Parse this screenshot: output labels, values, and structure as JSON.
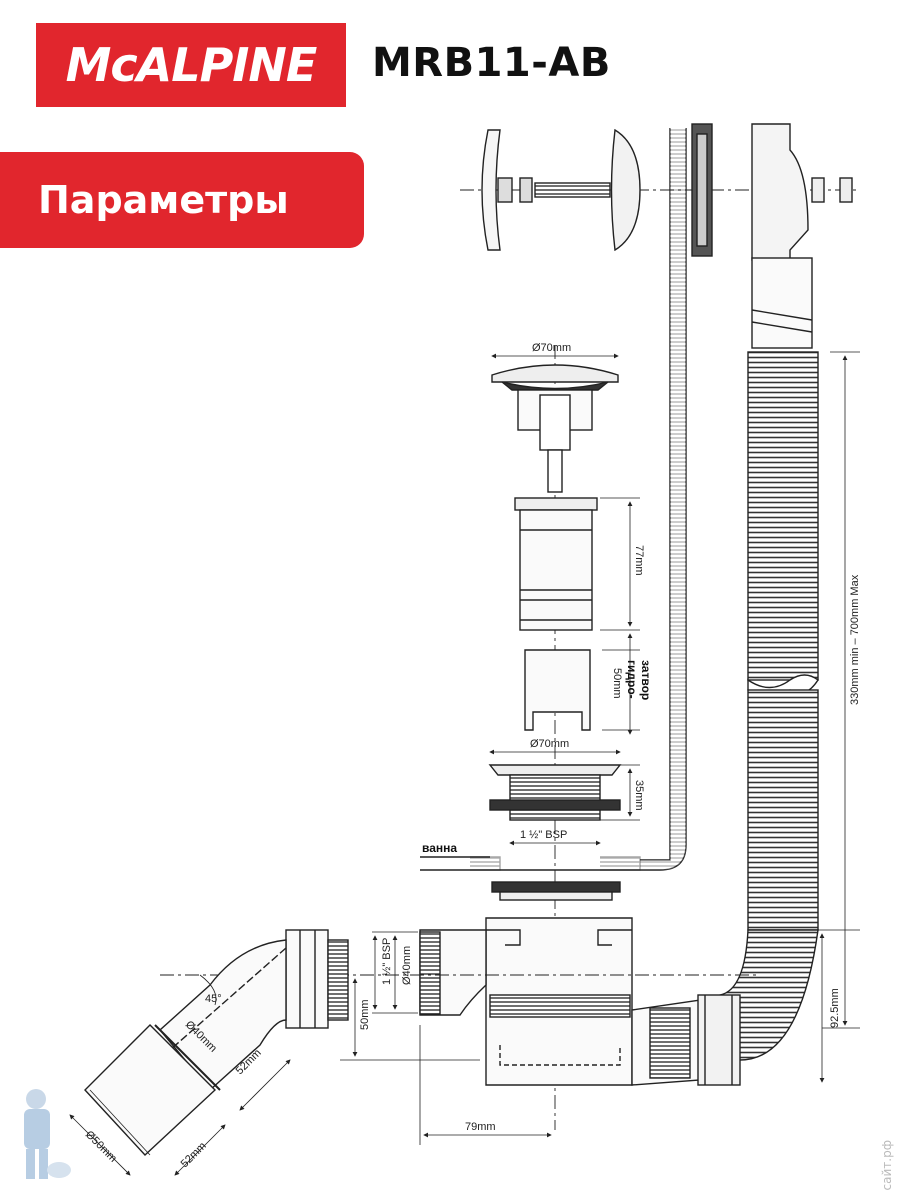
{
  "brand": {
    "logo_text": "McALPINE",
    "model": "MRB11-AB"
  },
  "section_label": "Параметры",
  "colors": {
    "accent": "#e1262d",
    "line": "#222222"
  },
  "dimensions": {
    "cap_diameter": "Ø70mm",
    "body_height": "77mm",
    "water_seal": "50mm",
    "water_seal_label_1": "гидро-",
    "water_seal_label_2": "затвор",
    "flange_diameter": "Ø70mm",
    "flange_height": "35mm",
    "flange_thread": "1 ½\" BSP",
    "bath_label": "ванна",
    "hose_length": "330mm min – 700mm Max",
    "outlet_height": "92.5mm",
    "outlet_thread": "1 ½\" BSP",
    "outlet_diameter": "Ø40mm",
    "outlet_drop": "50mm",
    "angle": "45°",
    "elbow_diameter": "Ø40mm",
    "elbow_length_1": "52mm",
    "elbow_length_2": "52mm",
    "pipe_diameter": "Ø50mm",
    "trap_width": "79mm"
  },
  "watermark": "сайт.рф"
}
